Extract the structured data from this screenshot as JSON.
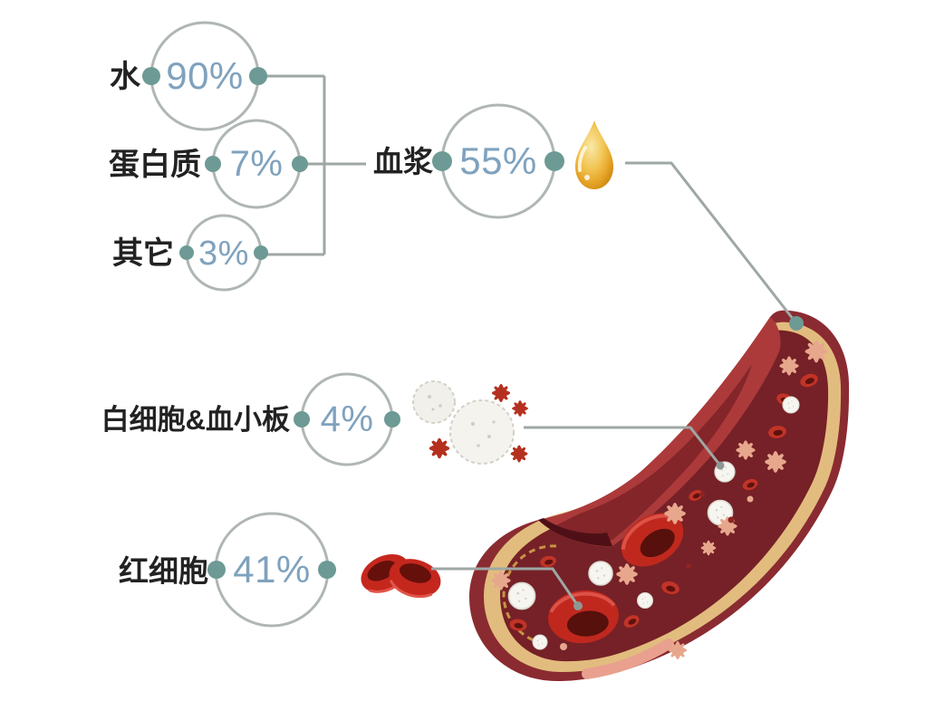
{
  "plasma_breakdown": {
    "items": [
      {
        "label": "水",
        "value": "90%"
      },
      {
        "label": "蛋白质",
        "value": "7%"
      },
      {
        "label": "其它",
        "value": "3%"
      }
    ]
  },
  "blood_breakdown": {
    "items": [
      {
        "label": "血浆",
        "value": "55%"
      },
      {
        "label": "白细胞&血小板",
        "value": "4%"
      },
      {
        "label": "红细胞",
        "value": "41%"
      }
    ]
  },
  "icons": {
    "plasma": "golden-droplet",
    "white_cells": "white-blood-cell-cluster",
    "red_cells": "red-blood-cell-pair",
    "vessel": "blood-vessel-cutaway"
  },
  "colors": {
    "value_text": "#7FA2BE",
    "label_text": "#222222",
    "circle_stroke": "#AFB6B4",
    "dot": "#6D9A94",
    "connector": "#9EA7A4",
    "connector_end_dot": "#8E9793",
    "drop_gold": "#E5A325",
    "vessel_wall_dark": "#8A2B31",
    "vessel_wall_bright": "#AC3A3A",
    "vessel_lining_tan": "#E2BC7E",
    "vessel_interior": "#752127",
    "red_cell": "#C0281E",
    "white_cell": "#F6F5F0",
    "platelet": "#E7A78D"
  }
}
